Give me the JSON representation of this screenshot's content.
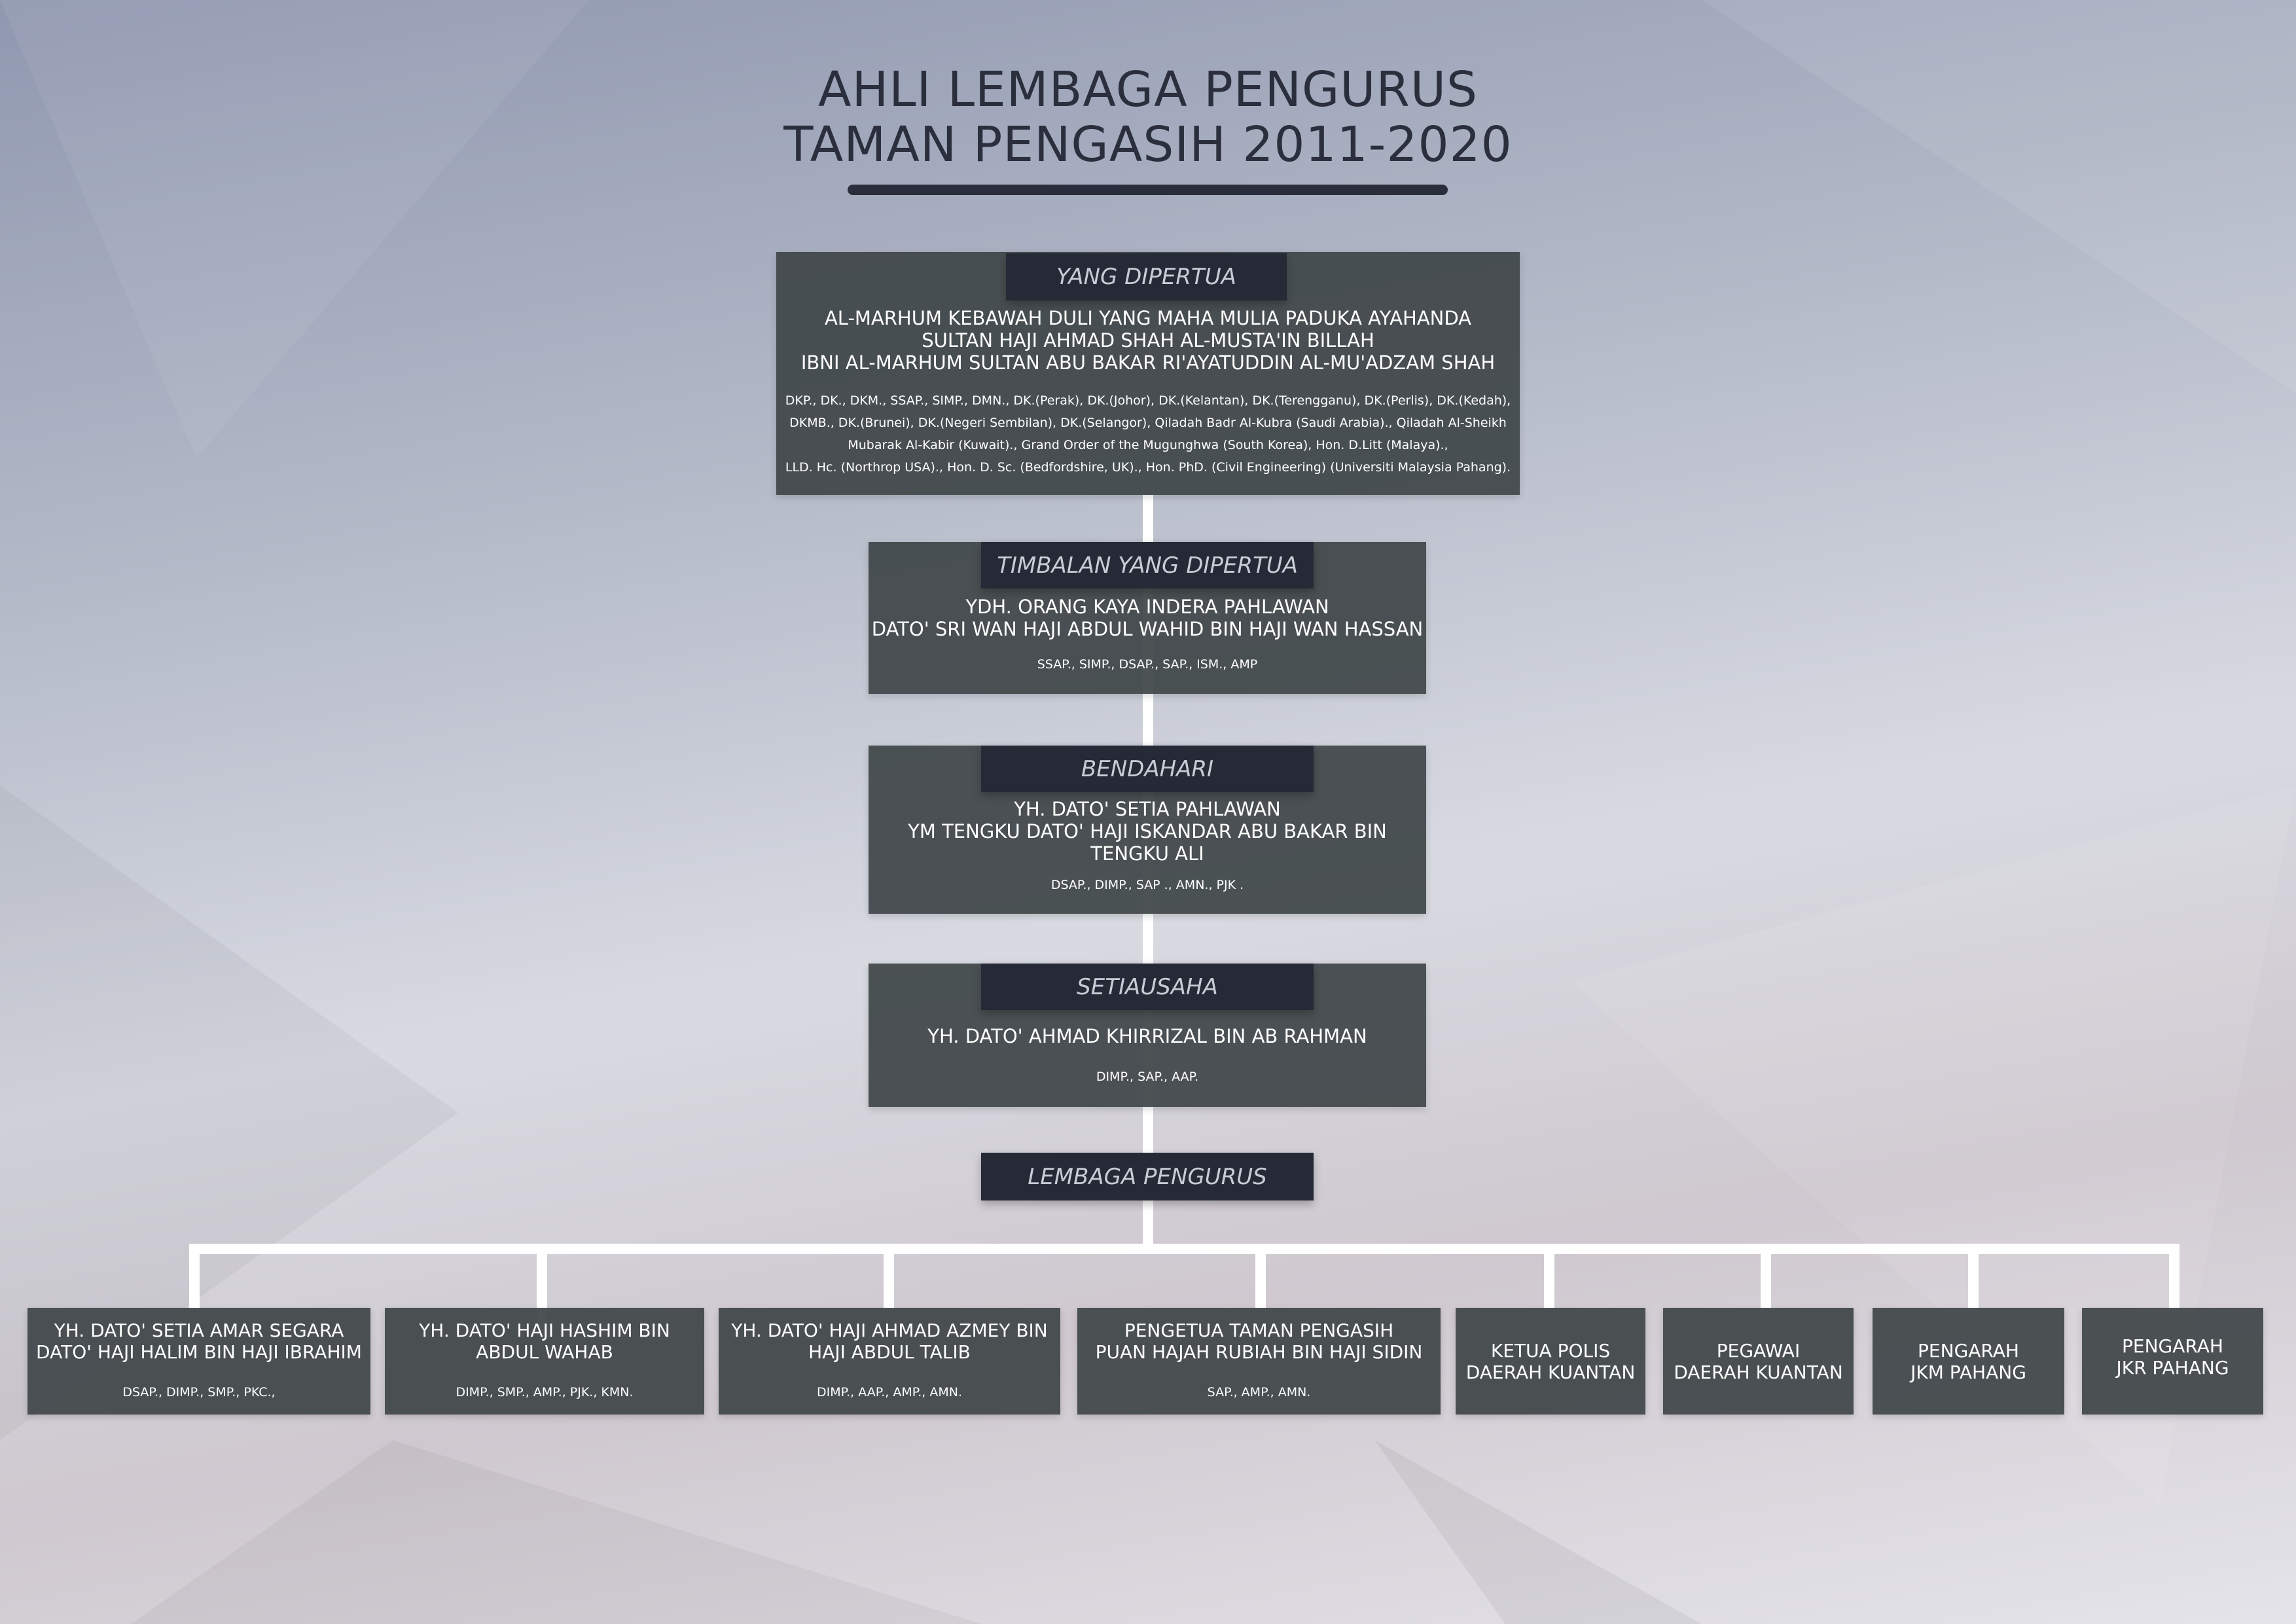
{
  "title": {
    "line1": "AHLI LEMBAGA PENGURUS",
    "line2": "TAMAN PENGASIH 2011-2020"
  },
  "yang_dipertua": {
    "role": "YANG DIPERTUA",
    "name": "AL-MARHUM KEBAWAH DULI YANG MAHA MULIA PADUKA AYAHANDA\nSULTAN HAJI AHMAD SHAH AL-MUSTA'IN BILLAH\nIBNI AL-MARHUM SULTAN ABU BAKAR RI'AYATUDDIN AL-MU'ADZAM SHAH",
    "honours": "DKP., DK., DKM., SSAP., SIMP., DMN., DK.(Perak), DK.(Johor), DK.(Kelantan), DK.(Terengganu), DK.(Perlis), DK.(Kedah),\nDKMB., DK.(Brunei), DK.(Negeri Sembilan), DK.(Selangor), Qiladah Badr Al-Kubra (Saudi Arabia)., Qiladah Al-Sheikh\nMubarak Al-Kabir (Kuwait)., Grand Order of the Mugunghwa (South Korea), Hon. D.Litt (Malaya).,\nLLD. Hc. (Northrop USA)., Hon. D. Sc. (Bedfordshire, UK)., Hon. PhD. (Civil Engineering) (Universiti Malaysia Pahang)."
  },
  "timbalan": {
    "role": "TIMBALAN YANG DIPERTUA",
    "name": "YDH. ORANG KAYA INDERA PAHLAWAN\nDATO' SRI WAN HAJI ABDUL WAHID BIN HAJI WAN HASSAN",
    "honours": "SSAP., SIMP., DSAP., SAP., ISM., AMP"
  },
  "bendahari": {
    "role": "BENDAHARI",
    "name": "YH. DATO' SETIA PAHLAWAN\nYM TENGKU DATO' HAJI ISKANDAR ABU BAKAR BIN\nTENGKU ALI",
    "honours": "DSAP., DIMP., SAP ., AMN., PJK ."
  },
  "setiausaha": {
    "role": "SETIAUSAHA",
    "name": "YH. DATO' AHMAD KHIRRIZAL BIN AB RAHMAN",
    "honours": "DIMP., SAP., AAP."
  },
  "lembaga": {
    "role": "LEMBAGA PENGURUS",
    "members": [
      {
        "name": "YH. DATO' SETIA AMAR SEGARA\nDATO' HAJI HALIM BIN HAJI IBRAHIM",
        "honours": "DSAP., DIMP., SMP., PKC.,"
      },
      {
        "name": "YH. DATO' HAJI HASHIM BIN\nABDUL WAHAB",
        "honours": "DIMP., SMP., AMP., PJK., KMN."
      },
      {
        "name": "YH. DATO' HAJI AHMAD AZMEY BIN\nHAJI ABDUL TALIB",
        "honours": "DIMP., AAP., AMP., AMN."
      },
      {
        "name": "PENGETUA TAMAN PENGASIH\nPUAN HAJAH RUBIAH BIN HAJI SIDIN",
        "honours": "SAP., AMP., AMN."
      },
      {
        "name": "KETUA POLIS\nDAERAH KUANTAN",
        "honours": ""
      },
      {
        "name": "PEGAWAI\nDAERAH KUANTAN",
        "honours": ""
      },
      {
        "name": "PENGARAH\nJKM PAHANG",
        "honours": ""
      },
      {
        "name": "PENGARAH\nJKR PAHANG",
        "honours": ""
      }
    ]
  },
  "colors": {
    "box": "#404648",
    "tab": "#262a36",
    "title": "#2b2f3d"
  }
}
